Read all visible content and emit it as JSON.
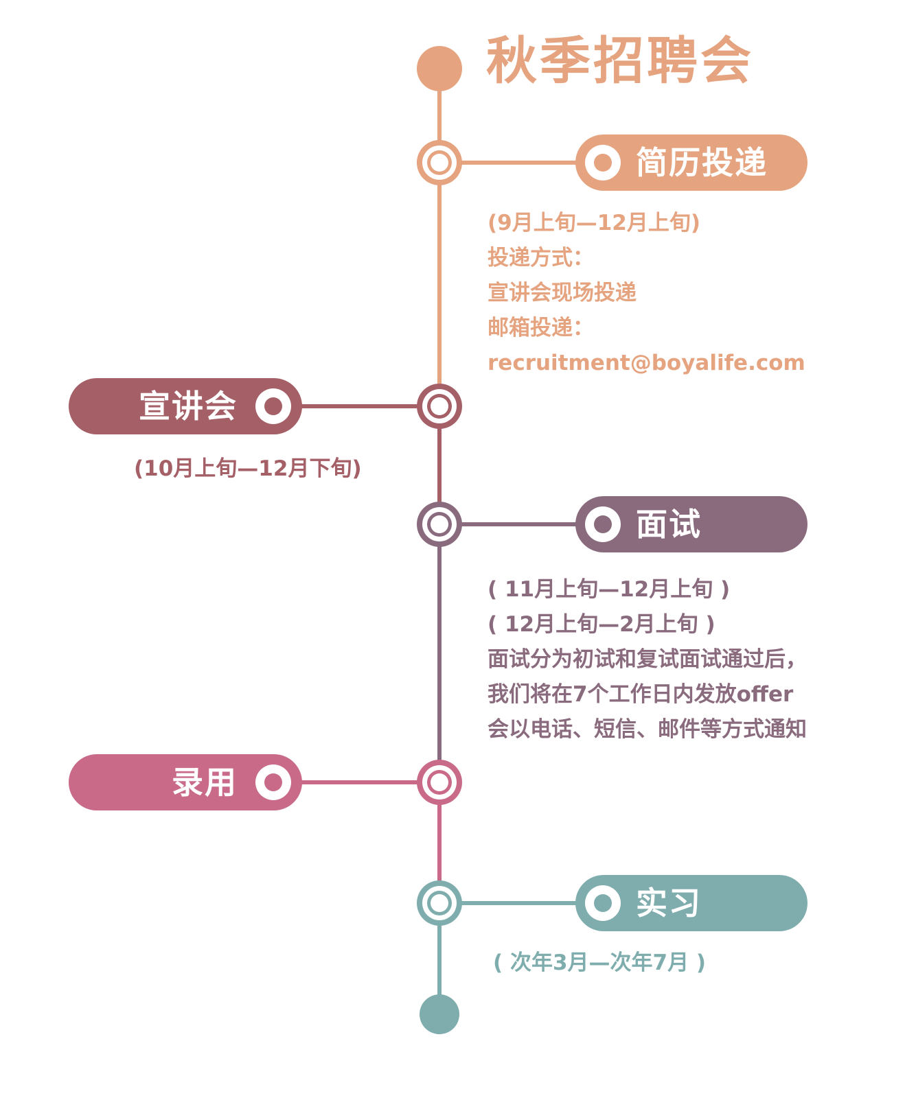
{
  "title": "秋季招聘会",
  "colors": {
    "resume": "#E5A47F",
    "seminar": "#A55F67",
    "interview": "#8A6B7E",
    "hire": "#C86A88",
    "intern": "#7FADAD"
  },
  "stages": [
    {
      "label": "简历投递",
      "lines": [
        "(9月上旬—12月上旬)",
        "投递方式：",
        "宣讲会现场投递",
        "邮箱投递：",
        "recruitment@boyalife.com"
      ]
    },
    {
      "label": "宣讲会",
      "lines": [
        "(10月上旬—12月下旬)"
      ]
    },
    {
      "label": "面试",
      "lines": [
        "( 11月上旬—12月上旬 )",
        "( 12月上旬—2月上旬 )",
        "面试分为初试和复试面试通过后，",
        "我们将在7个工作日内发放offer",
        "会以电话、短信、邮件等方式通知"
      ]
    },
    {
      "label": "录用",
      "lines": []
    },
    {
      "label": "实习",
      "lines": [
        "( 次年3月—次年7月 )"
      ]
    }
  ]
}
